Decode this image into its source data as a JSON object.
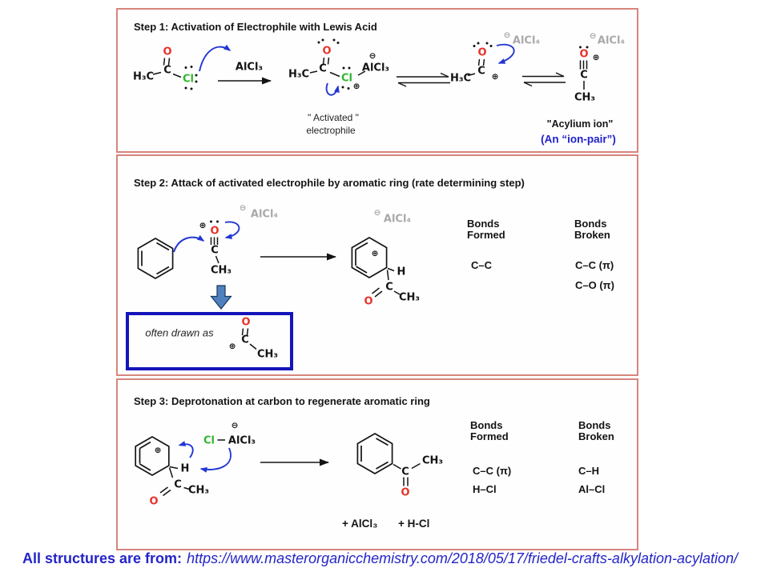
{
  "colors": {
    "panel_border": "#d8847e",
    "box_border": "#1414bb",
    "oxygen_red": "#e73127",
    "chlorine_green": "#2eb52e",
    "arrow_blue": "#2336d4",
    "muted_gray": "#a9a9a9",
    "caption_blue": "#2424c8",
    "block_arrow_blue": "#4f81bd"
  },
  "atoms": {
    "o": "O",
    "c": "C",
    "h": "H",
    "cl": "Cl",
    "h3c": "H₃C",
    "ch3": "CH₃",
    "alcl3": "AlCl₃",
    "alcl4": "AlCl₄",
    "plus": "⊕",
    "minus": "⊖"
  },
  "step1": {
    "title": "Step 1: Activation of Electrophile with Lewis Acid",
    "activated_line1": "\" Activated \"",
    "activated_line2": "electrophile",
    "acylium_label": "\"Acylium ion\"",
    "ion_pair_label": "(An “ion-pair”)"
  },
  "step2": {
    "title": "Step 2: Attack of activated electrophile by aromatic ring (rate determining step)",
    "often_drawn_as": "often drawn as",
    "bonds": {
      "formed_h1": "Bonds",
      "formed_h2": "Formed",
      "broken_h1": "Bonds",
      "broken_h2": "Broken",
      "formed": [
        "C–C"
      ],
      "broken": [
        "C–C (π)",
        "C–O (π)"
      ]
    }
  },
  "step3": {
    "title": "Step 3: Deprotonation at carbon to regenerate aromatic ring",
    "byproducts": {
      "alcl3": "+ AlCl₃",
      "hcl": "+ H-Cl"
    },
    "bonds": {
      "formed_h1": "Bonds",
      "formed_h2": "Formed",
      "broken_h1": "Bonds",
      "broken_h2": "Broken",
      "formed": [
        "C–C (π)",
        "H–Cl"
      ],
      "broken": [
        "C–H",
        "Al–Cl"
      ]
    }
  },
  "caption": {
    "prefix": "All structures are from:",
    "url": "https://www.masterorganicchemistry.com/2018/05/17/friedel-crafts-alkylation-acylation/"
  }
}
